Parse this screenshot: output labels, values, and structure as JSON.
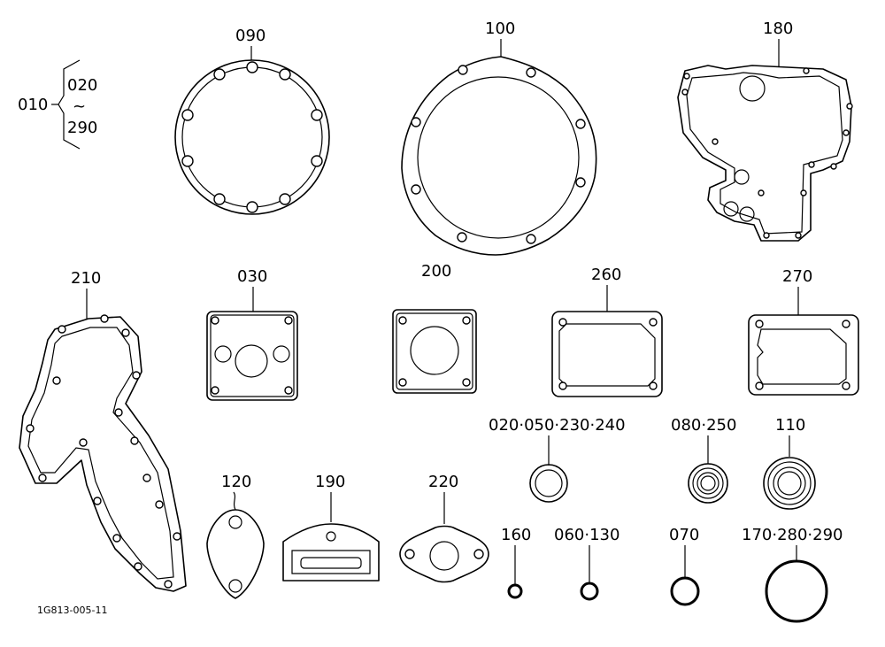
{
  "drawing_ref": "1G813-005-11",
  "callouts": {
    "c090": "090",
    "c100": "100",
    "c180": "180",
    "c010": "010",
    "c020": "020",
    "c_tilde": "~",
    "c290": "290",
    "c210": "210",
    "c030": "030",
    "c200": "200",
    "c260": "260",
    "c270": "270",
    "c_multi1": "020·050·230·240",
    "c_multi2": "080·250",
    "c110": "110",
    "c120": "120",
    "c190": "190",
    "c220": "220",
    "c160": "160",
    "c_multi3": "060·130",
    "c070": "070",
    "c_multi4": "170·280·290"
  }
}
